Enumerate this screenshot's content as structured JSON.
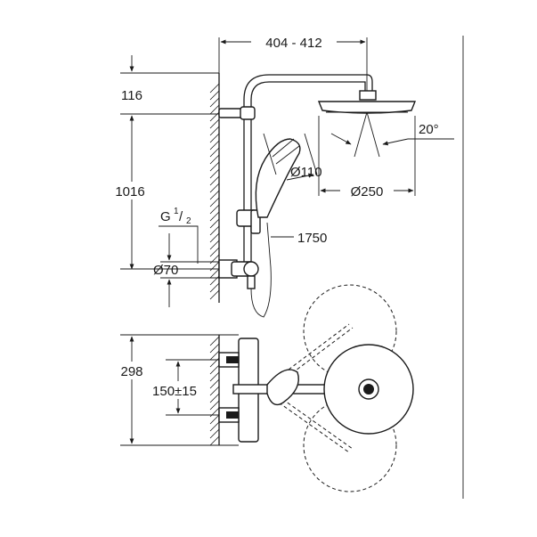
{
  "drawing": {
    "line_color": "#1a1a1a",
    "background": "#ffffff",
    "dimensions": {
      "arm_projection": "404 - 412",
      "top_offset": "116",
      "rail_height": "1016",
      "thread": "G",
      "thread_num": "1",
      "thread_den": "2",
      "escutcheon": "Ø70",
      "head_angle": "20°",
      "hand_shower_diameter": "Ø110",
      "head_shower_diameter": "Ø250",
      "hose_length": "1750",
      "plan_depth": "298",
      "inlet_centres": "150±15"
    }
  }
}
